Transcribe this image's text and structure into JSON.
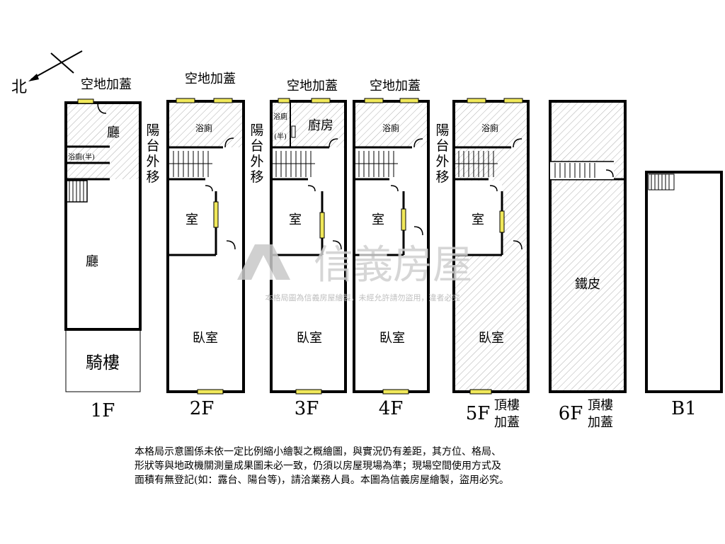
{
  "compass": {
    "label": "北"
  },
  "floors": [
    {
      "id": "1F",
      "label": "1F",
      "extension": "空地加蓋",
      "rooms": {
        "living_top": "廳",
        "bath_half": "浴廁(半)",
        "living_main": "廳",
        "arcade": "騎樓"
      }
    },
    {
      "id": "2F",
      "label": "2F",
      "extension": "空地加蓋",
      "balcony_note": "陽台外移",
      "rooms": {
        "bath": "浴廁",
        "room": "室",
        "bedroom": "臥室"
      }
    },
    {
      "id": "3F",
      "label": "3F",
      "extension": "空地加蓋",
      "balcony_note": "陽台外移",
      "rooms": {
        "bath_half_a": "浴廁",
        "bath_half_b": "(半)",
        "kitchen": "廚房",
        "room": "室",
        "bedroom": "臥室"
      }
    },
    {
      "id": "4F",
      "label": "4F",
      "extension": "空地加蓋",
      "rooms": {
        "bath": "浴廁",
        "room": "室",
        "bedroom": "臥室"
      }
    },
    {
      "id": "5F",
      "label": "5F",
      "roof_note_a": "頂樓",
      "roof_note_b": "加蓋",
      "balcony_note": "陽台外移",
      "rooms": {
        "bath": "浴廁",
        "room": "室",
        "bedroom": "臥室"
      }
    },
    {
      "id": "6F",
      "label": "6F",
      "roof_note_a": "頂樓",
      "roof_note_b": "加蓋",
      "rooms": {
        "iron_sheet": "鐵皮"
      }
    },
    {
      "id": "B1",
      "label": "B1",
      "rooms": {}
    }
  ],
  "watermark": {
    "brand": "信義房屋",
    "notice": "本格局圖為信義房屋繪製，未經允許請勿盜用，違者必究"
  },
  "disclaimer": [
    "本格局示意圖係未依一定比例縮小繪製之概繪圖，與實況仍有差距，其方位、格局、",
    "形狀等與地政機關測量成果圖未必一致，仍須以房屋現場為準；現場空間使用方式及",
    "面積有無登記(如：露台、陽台等)，請洽業務人員。本圖為信義房屋繪製，盜用必究。"
  ]
}
